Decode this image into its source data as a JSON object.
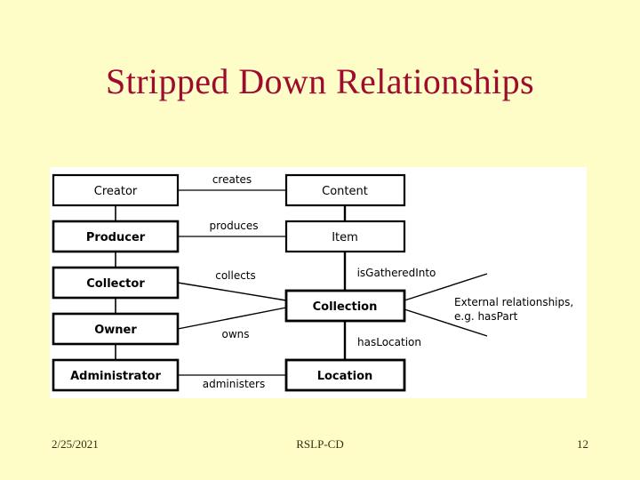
{
  "slide": {
    "title": "Stripped Down Relationships",
    "background_color": "#FEFDC8",
    "title_color": "#9E0B2E",
    "canvas_color": "#FFFFFF"
  },
  "diagram": {
    "type": "entity-relationship-diagram",
    "left_column": [
      {
        "id": "creator",
        "label": "Creator",
        "bold": false
      },
      {
        "id": "producer",
        "label": "Producer",
        "bold": true
      },
      {
        "id": "collector",
        "label": "Collector",
        "bold": true
      },
      {
        "id": "owner",
        "label": "Owner",
        "bold": true
      },
      {
        "id": "administrator",
        "label": "Administrator",
        "bold": true
      }
    ],
    "right_column": [
      {
        "id": "content",
        "label": "Content",
        "bold": false
      },
      {
        "id": "item",
        "label": "Item",
        "bold": false
      },
      {
        "id": "collection",
        "label": "Collection",
        "bold": true
      },
      {
        "id": "location",
        "label": "Location",
        "bold": true
      }
    ],
    "relationships": [
      {
        "id": "creates",
        "label": "creates",
        "from": "creator",
        "to": "content"
      },
      {
        "id": "produces",
        "label": "produces",
        "from": "producer",
        "to": "item"
      },
      {
        "id": "collects",
        "label": "collects",
        "from": "collector",
        "to": "collection"
      },
      {
        "id": "owns",
        "label": "owns",
        "from": "owner",
        "to": "collection"
      },
      {
        "id": "administers",
        "label": "administers",
        "from": "administrator",
        "to": "location"
      },
      {
        "id": "isgatheredinto",
        "label": "isGatheredInto",
        "from": "item",
        "to": "collection"
      },
      {
        "id": "haslocation",
        "label": "hasLocation",
        "from": "collection",
        "to": "location"
      }
    ],
    "external_note": {
      "line1": "External relationships,",
      "line2": "e.g. hasPart"
    }
  },
  "footer": {
    "date": "2/25/2021",
    "center": "RSLP-CD",
    "page": "12"
  }
}
